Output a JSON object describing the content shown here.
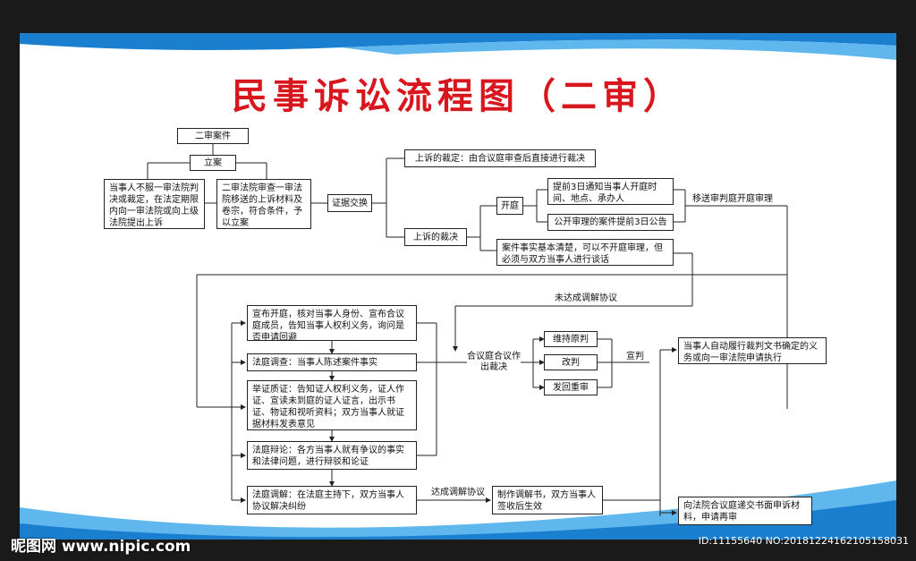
{
  "title": "民事诉讼流程图（二审）",
  "colors": {
    "title": "#d8161e",
    "wave_blue": "#1b7fcf",
    "wave_light": "#5fb7ee",
    "frame": "#1a1a1a"
  },
  "nodes": {
    "case_type": "二审案件",
    "filing": "立案",
    "party_appeal": "当事人不服一审法院判决或裁定，在法定期限内向一审法院或向上级法院提出上诉",
    "court_review": "二审法院审查一审法院移送的上诉材料及卷宗，符合条件，予以立案",
    "evidence_exchange": "证据交换",
    "appeal_ruling": "上诉的裁定：由合议庭审查后直接进行裁决",
    "appeal_judgment": "上诉的裁决",
    "open_court": "开庭",
    "notice": "提前3日通知当事人开庭时间、地点、承办人",
    "announce": "公开审理的案件提前3日公告",
    "no_hearing": "案件事实基本清楚，可以不开庭审理，但必须与双方当事人进行谈话",
    "open_session": "宣布开庭，核对当事人身份、宣布合议庭成员，告知当事人权利义务，询问是否申请回避",
    "investigation": "法庭调查：当事人陈述案件事实",
    "cross_exam": "举证质证：告知证人权利义务，证人作证、宣读未到庭的证人证言，出示书证、物证和视听资料；双方当事人就证据材料发表意见",
    "debate": "法庭辩论：各方当事人就有争议的事实和法律问题，进行辩驳和论证",
    "mediation": "法庭调解：在法庭主持下，双方当事人协议解决纠纷",
    "mediation_doc": "制作调解书，双方当事人签收后生效",
    "uphold": "维持原判",
    "revise": "改判",
    "remand": "发回重审",
    "execute": "当事人自动履行裁判文书确定的义务或向一审法院申请执行",
    "retrial": "向法院合议庭递交书面申诉材料，申请再审"
  },
  "labels": {
    "to_hearing": "移送审判庭开庭审理",
    "no_agreement": "未达成调解协议",
    "collegiate": "合议庭合议作出裁决",
    "pronounce": "宣判",
    "agreement": "达成调解协议"
  },
  "watermark": {
    "site": "昵图网 www.nipic.com",
    "id": "ID:11155640 NO:20181224162105158031"
  }
}
